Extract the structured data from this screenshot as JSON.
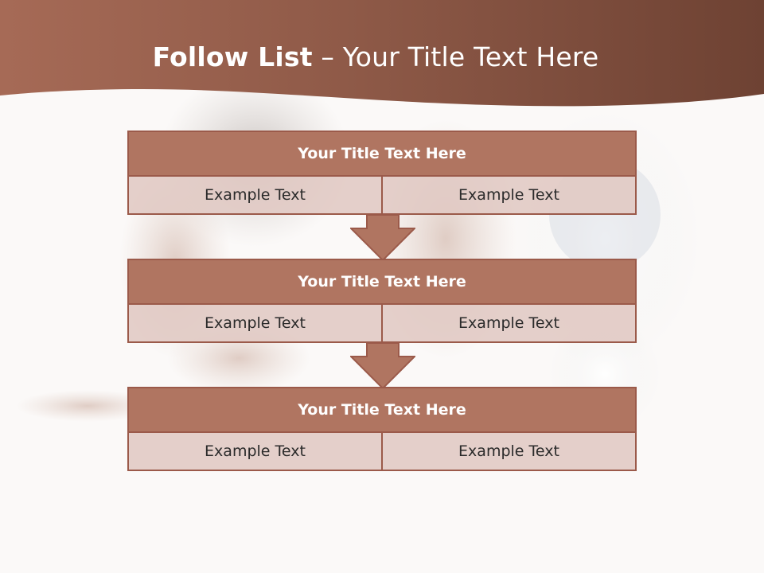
{
  "slide": {
    "title_bold": "Follow List",
    "title_rest": " – Your Title Text Here"
  },
  "steps": [
    {
      "title": "Your Title Text Here",
      "left": "Example Text",
      "right": "Example Text"
    },
    {
      "title": "Your Title Text Here",
      "left": "Example Text",
      "right": "Example Text"
    },
    {
      "title": "Your Title Text Here",
      "left": "Example Text",
      "right": "Example Text"
    }
  ],
  "colors": {
    "header": "#8a5443",
    "box_title": "#b07561",
    "box_cell": "#e0c8c3",
    "border": "#9b5a4a"
  }
}
